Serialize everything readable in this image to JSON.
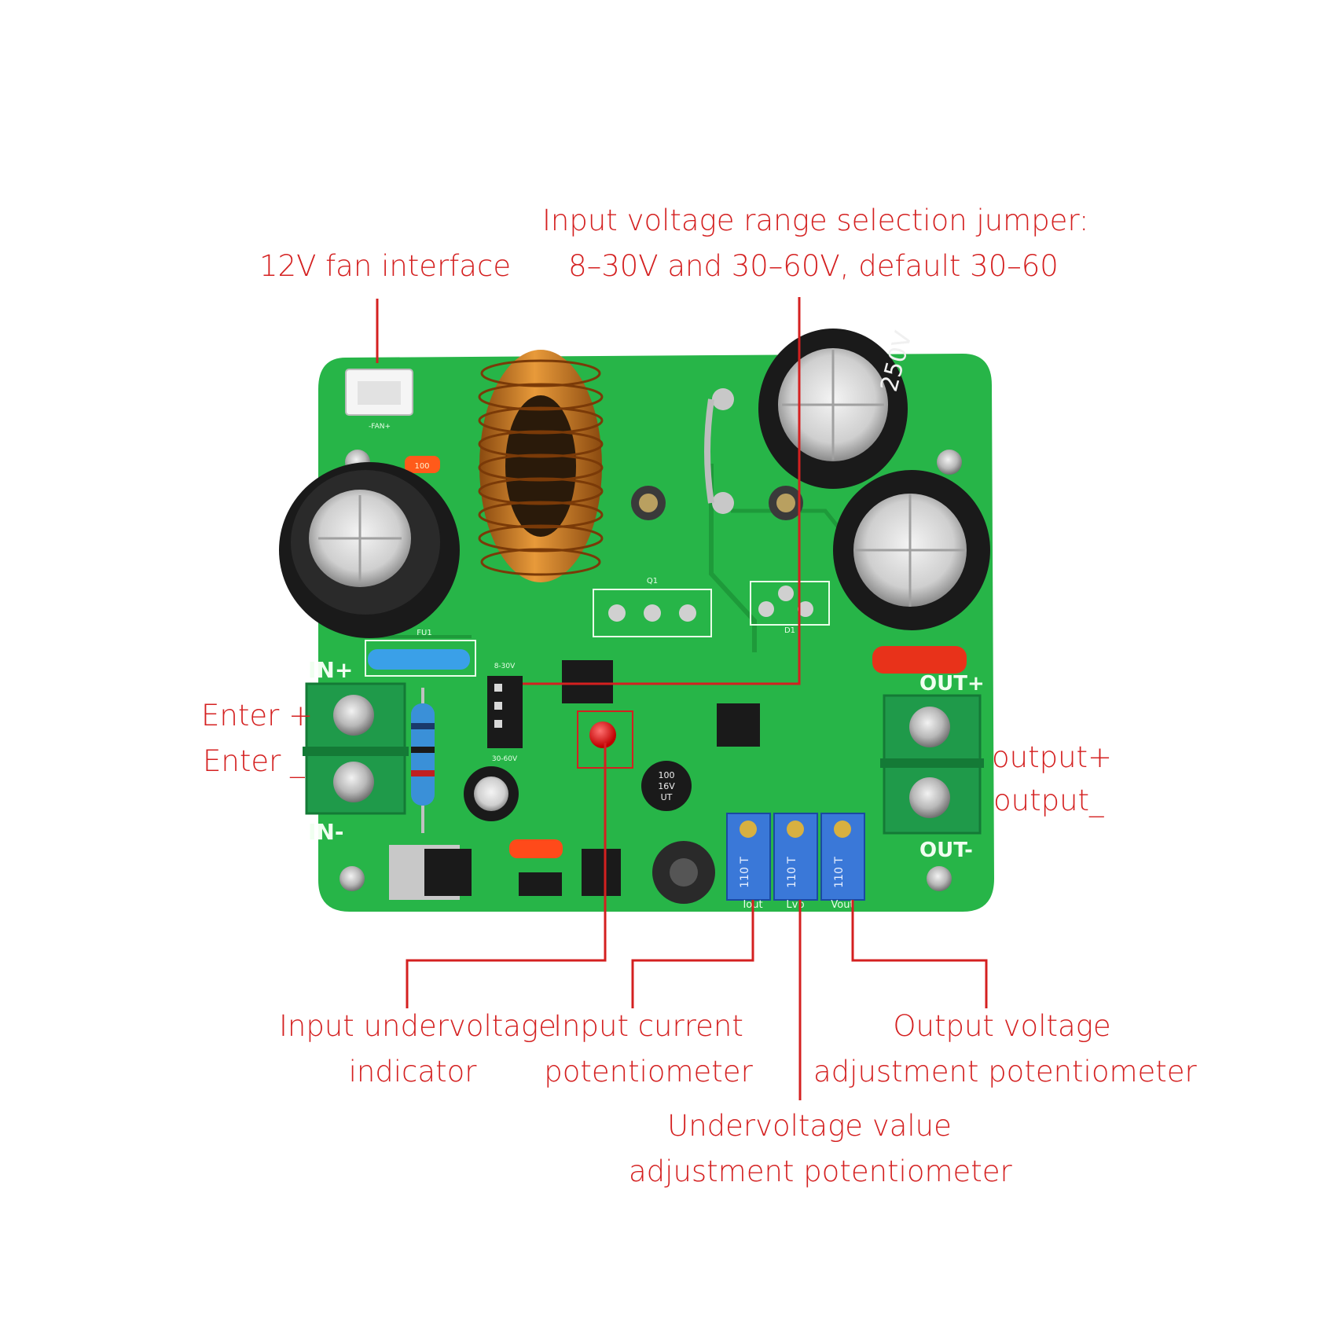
{
  "colors": {
    "annotation": "#d42020",
    "board": "#27b548",
    "board_trace": "#1f9e3c",
    "terminal": "#1f9a4a",
    "copper": "#c8731e"
  },
  "labels": {
    "fan": "12V fan interface",
    "jumper_line1": "Input voltage range selection jumper:",
    "jumper_line2": "8–30V and 30–60V, default 30–60",
    "enter_plus": "Enter +",
    "enter_minus": "Enter _",
    "output_plus": "output+",
    "output_minus": "output_",
    "uv_indicator_line1": "Input undervoltage",
    "uv_indicator_line2": "indicator",
    "input_current_line1": "Input current",
    "input_current_line2": "potentiometer",
    "output_voltage_line1": "Output voltage",
    "output_voltage_line2": "adjustment potentiometer",
    "uv_value_line1": "Undervoltage value",
    "uv_value_line2": "adjustment potentiometer"
  },
  "board_text": {
    "in_plus": "IN+",
    "in_minus": "IN-",
    "out_plus": "OUT+",
    "out_minus": "OUT-",
    "fan_silk": "-FAN+",
    "cap_voltage": "250V",
    "cap_small_top": "100",
    "cap_small_mid": "16V",
    "cap_small_bot": "UT",
    "pot_value": "110 T",
    "pot_iout": "Iout",
    "pot_lvp": "Lvp",
    "pot_vout": "Vout",
    "jumper_silk_top": "8-30V",
    "jumper_silk_bot": "30-60V",
    "q1": "Q1",
    "d1": "D1",
    "fu1": "FU1",
    "resistor_code": "100"
  }
}
